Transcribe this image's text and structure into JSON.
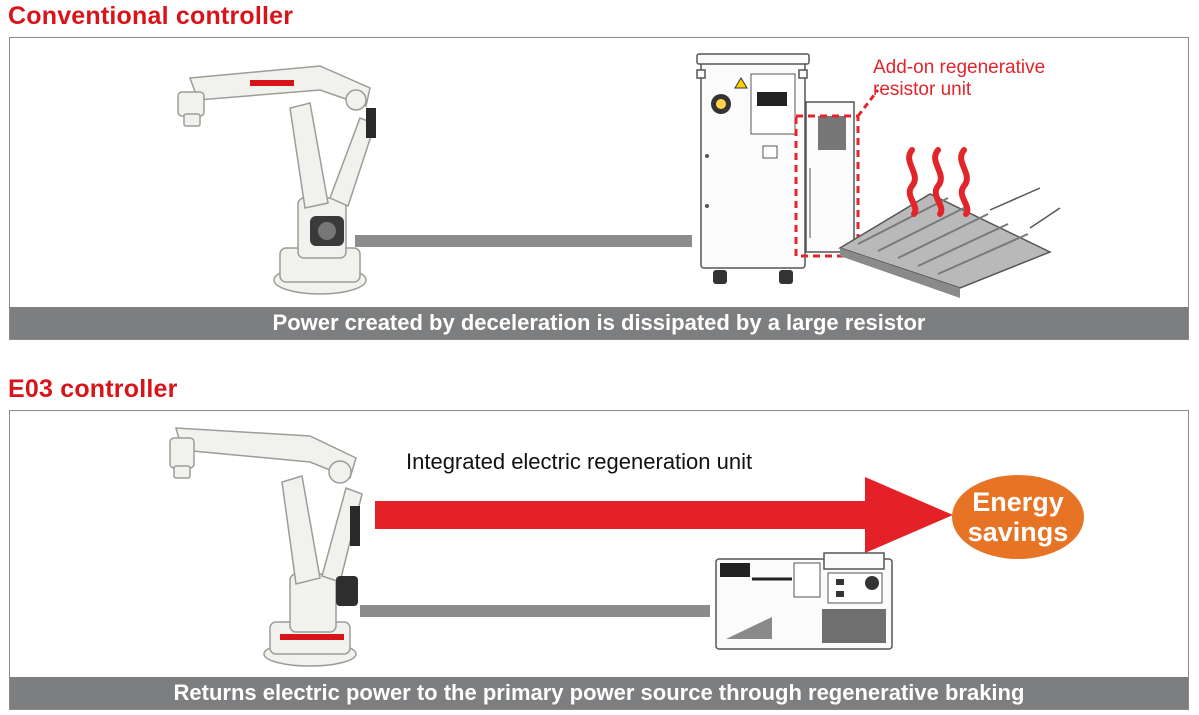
{
  "conventional": {
    "title": "Conventional controller",
    "callout": [
      "Add-on regenerative",
      "resistor unit"
    ],
    "caption": "Power created by deceleration is dissipated by a large resistor"
  },
  "e03": {
    "title": "E03 controller",
    "arrow_label": "Integrated electric regeneration unit",
    "badge": [
      "Energy",
      "savings"
    ],
    "caption": "Returns electric power to the primary power source through regenerative braking"
  },
  "colors": {
    "title_red": "#d7141a",
    "arrow_red": "#e32126",
    "badge_orange": "#e77424",
    "caption_bar_gray": "#7d7e80",
    "connector_gray": "#8c8c8c"
  },
  "icons": [
    "robot-arm-icon",
    "controller-cabinet-icon",
    "resistor-unit-icon",
    "heat-waves-icon",
    "compact-controller-icon"
  ]
}
